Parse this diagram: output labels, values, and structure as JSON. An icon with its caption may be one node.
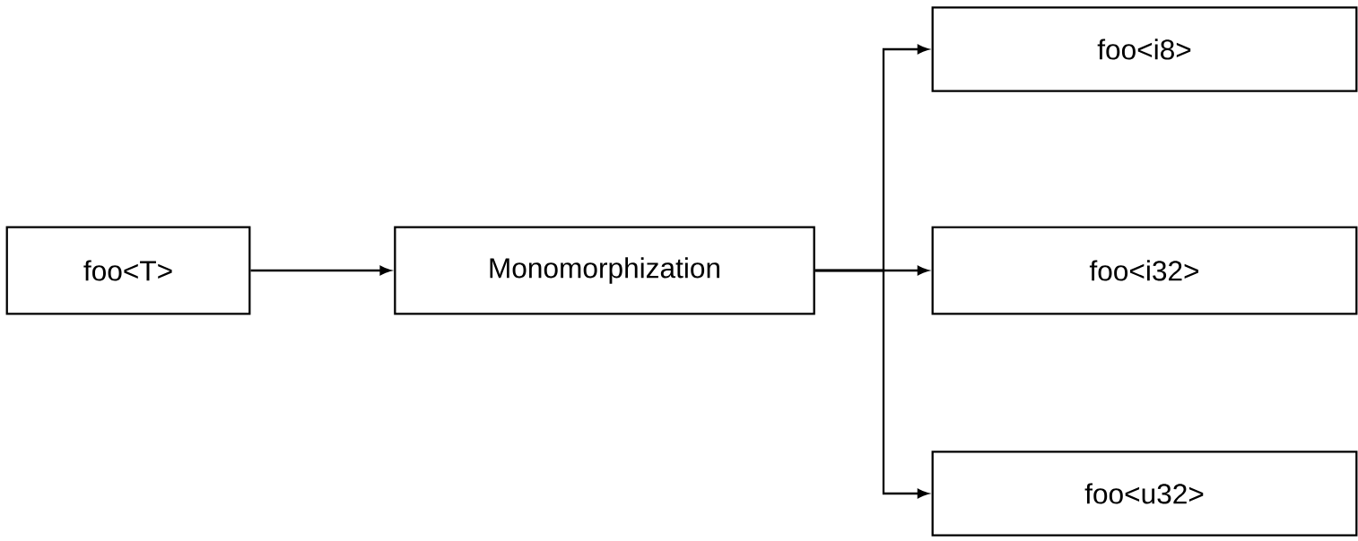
{
  "diagram": {
    "nodes": [
      {
        "text": [
          "foo<T>"
        ]
      },
      {
        "text": [
          "Monomorphization"
        ]
      },
      {
        "text": [
          "foo<i8>"
        ]
      },
      {
        "text": [
          "foo<i32>"
        ]
      },
      {
        "text": [
          "foo<u32>"
        ]
      }
    ],
    "edges": [
      {
        "from": 0,
        "to": 1,
        "arrow": "to"
      },
      {
        "from": 1,
        "to": 2,
        "arrow": "to"
      },
      {
        "from": 1,
        "to": 3,
        "arrow": "to"
      },
      {
        "from": 1,
        "to": 4,
        "arrow": "to"
      }
    ]
  }
}
